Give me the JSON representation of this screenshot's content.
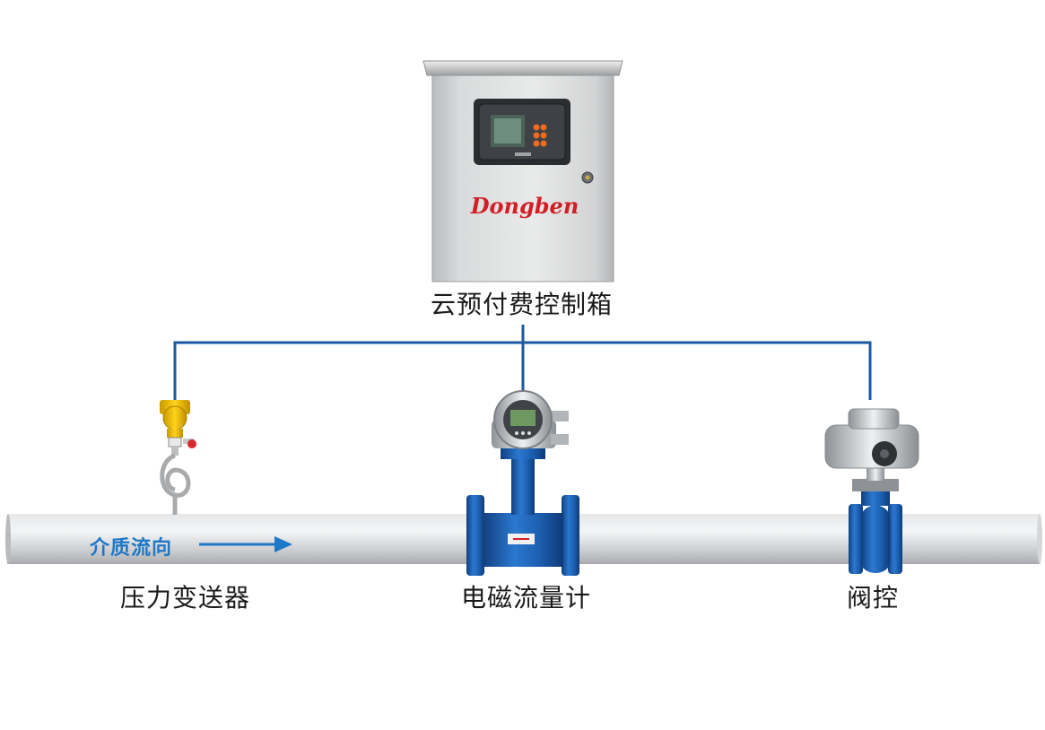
{
  "control_box": {
    "label": "云预付费控制箱",
    "brand": "Dongben"
  },
  "devices": {
    "pressure_transmitter": {
      "label": "压力变送器"
    },
    "flow_meter": {
      "label": "电磁流量计"
    },
    "valve": {
      "label": "阀控"
    }
  },
  "flow": {
    "label": "介质流向"
  },
  "colors": {
    "wire": "#1c5aa0",
    "flow_arrow": "#1e78c8",
    "meter_blue": "#1d5fb0",
    "pipe": "#c8cacc"
  }
}
